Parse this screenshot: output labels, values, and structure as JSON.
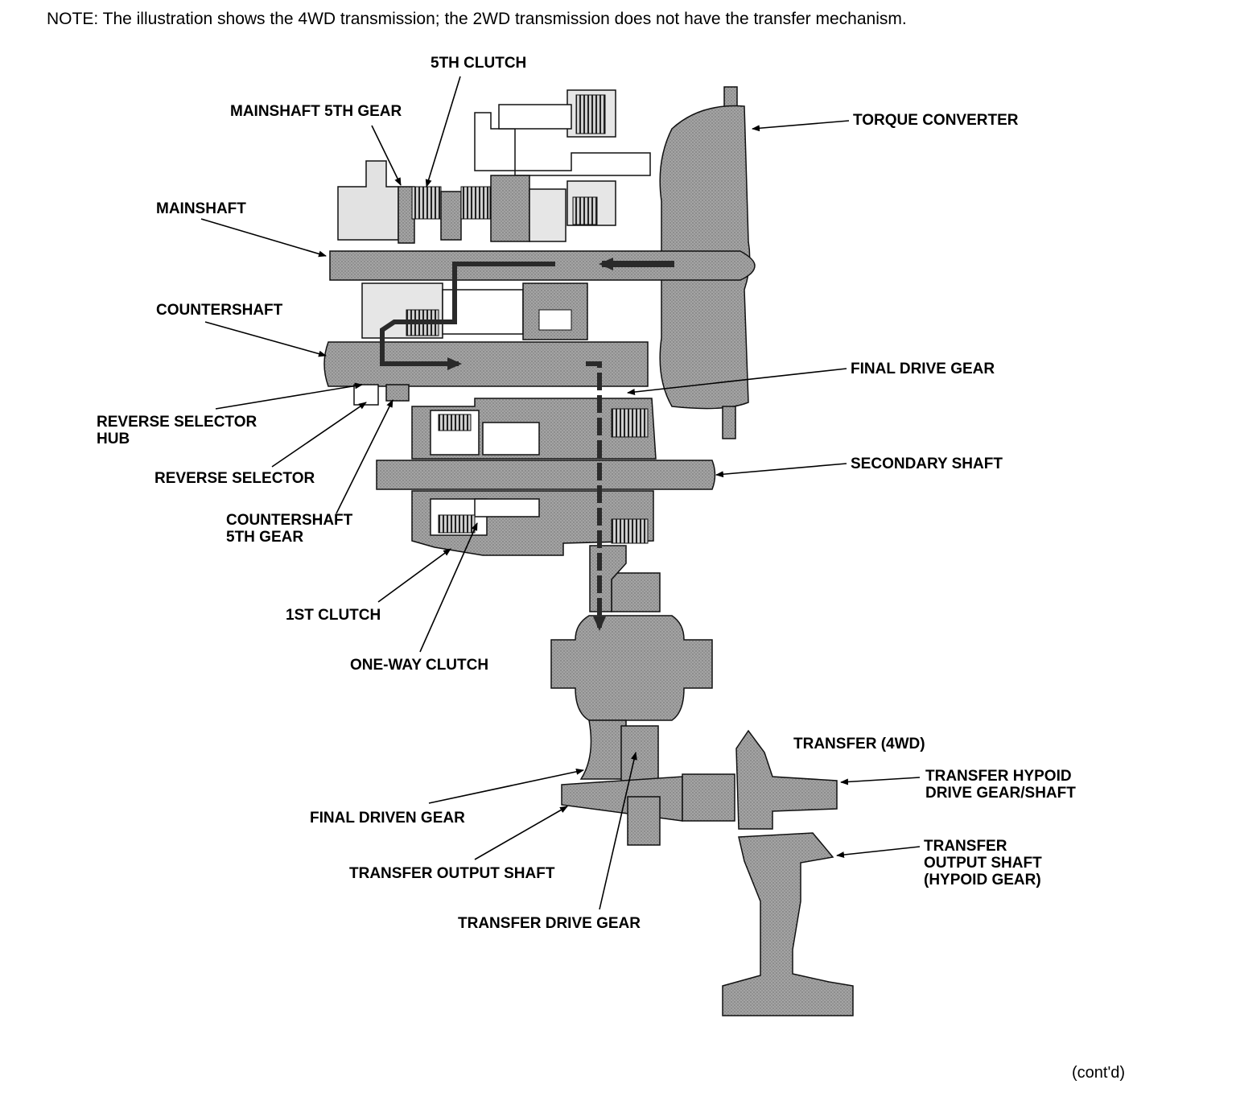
{
  "note": "NOTE: The illustration shows the 4WD transmission; the 2WD transmission does not have the transfer mechanism.",
  "labels": {
    "fifth_clutch": "5TH CLUTCH",
    "mainshaft_5th_gear": "MAINSHAFT 5TH GEAR",
    "torque_converter": "TORQUE CONVERTER",
    "mainshaft": "MAINSHAFT",
    "countershaft": "COUNTERSHAFT",
    "final_drive_gear": "FINAL DRIVE GEAR",
    "reverse_selector_hub": "REVERSE SELECTOR\nHUB",
    "reverse_selector": "REVERSE SELECTOR",
    "secondary_shaft": "SECONDARY SHAFT",
    "countershaft_5th_gear": "COUNTERSHAFT\n5TH GEAR",
    "first_clutch": "1ST CLUTCH",
    "one_way_clutch": "ONE-WAY CLUTCH",
    "transfer_4wd": "TRANSFER (4WD)",
    "transfer_hypoid_drive_gear_shaft": "TRANSFER HYPOID\nDRIVE GEAR/SHAFT",
    "final_driven_gear": "FINAL DRIVEN GEAR",
    "transfer_output_shaft_hypoid": "TRANSFER\nOUTPUT SHAFT\n(HYPOID GEAR)",
    "transfer_output_shaft": "TRANSFER OUTPUT SHAFT",
    "transfer_drive_gear": "TRANSFER DRIVE GEAR"
  },
  "footer": "(cont'd)",
  "colors": {
    "part_fill": "#9a9a9a",
    "part_dark": "#6e6e6e",
    "part_light": "#d6d6d6",
    "outline": "#111111",
    "flow_arrow": "#2a2a2a"
  }
}
